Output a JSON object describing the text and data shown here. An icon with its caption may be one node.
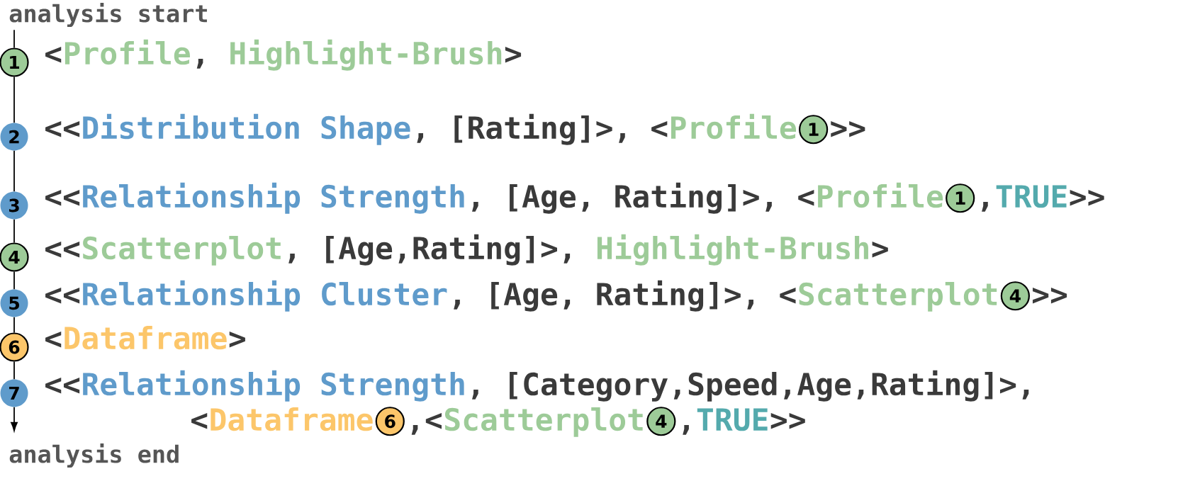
{
  "diagram": {
    "nodes": [
      {
        "text": [
          "analysis start"
        ]
      },
      {
        "text": [
          "1"
        ]
      },
      {
        "text": [
          "2"
        ]
      },
      {
        "text": [
          "1"
        ]
      },
      {
        "text": [
          "3"
        ]
      },
      {
        "text": [
          "1"
        ]
      },
      {
        "text": [
          "4"
        ]
      },
      {
        "text": [
          "5"
        ]
      },
      {
        "text": [
          "4"
        ]
      },
      {
        "text": [
          "6"
        ]
      },
      {
        "text": [
          "7"
        ]
      },
      {
        "text": [
          "6"
        ]
      },
      {
        "text": [
          "4"
        ]
      },
      {
        "text": [
          "analysis end"
        ]
      }
    ],
    "edges": [
      {
        "from": 0,
        "to": 1,
        "arrow": "none"
      },
      {
        "from": 1,
        "to": 2,
        "arrow": "none"
      },
      {
        "from": 2,
        "to": 4,
        "arrow": "none"
      },
      {
        "from": 4,
        "to": 6,
        "arrow": "none"
      },
      {
        "from": 6,
        "to": 7,
        "arrow": "none"
      },
      {
        "from": 7,
        "to": 9,
        "arrow": "none"
      },
      {
        "from": 9,
        "to": 10,
        "arrow": "none"
      },
      {
        "from": 10,
        "to": 13,
        "arrow": "to"
      }
    ],
    "labels": [
      "<",
      "Profile",
      ",",
      "Highlight-Brush",
      ">",
      "<<",
      "Distribution Shape",
      ", [Rating]>, <",
      "Profile",
      ">>",
      "<<",
      "Relationship Strength",
      ", [Age, Rating]>, <",
      "Profile",
      ",",
      "TRUE",
      ">>",
      "<<",
      "Scatterplot",
      ", [Age,Rating]>,",
      "Highlight-Brush",
      ">",
      "<<",
      "Relationship Cluster",
      ", [Age, Rating]>, <",
      "Scatterplot",
      ">>",
      "<",
      "Dataframe",
      ">",
      "<<",
      "Relationship Strength",
      ", [Category,Speed,Age,Rating]>,",
      "<",
      "Dataframe",
      ",<",
      "Scatterplot",
      ",",
      "TRUE",
      ">>"
    ]
  }
}
